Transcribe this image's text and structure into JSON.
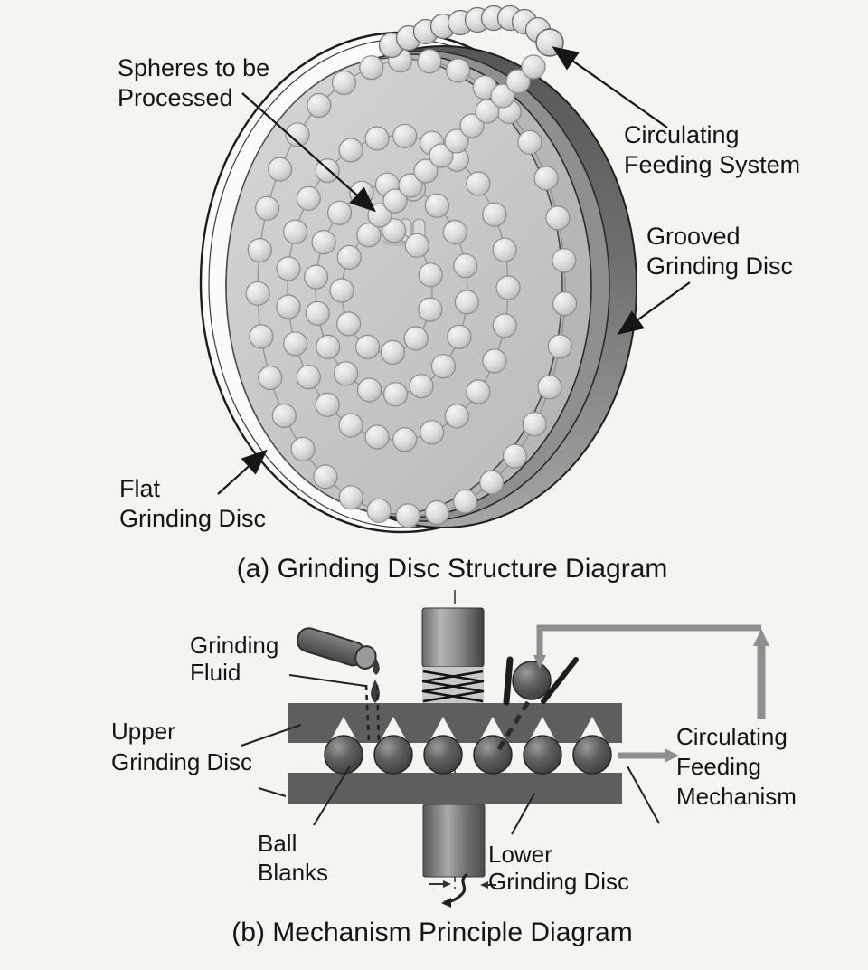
{
  "figure": {
    "background": "#f5f4f1",
    "text_color": "#151515",
    "accent_gray": "#8e8e8e"
  },
  "panel_a": {
    "caption": "(a) Grinding Disc Structure Diagram",
    "labels": {
      "spheres": {
        "line1": "Spheres to be",
        "line2": "Processed"
      },
      "circulating": {
        "line1": "Circulating",
        "line2": "Feeding System"
      },
      "grooved": {
        "line1": "Grooved",
        "line2": "Grinding Disc"
      },
      "flat": {
        "line1": "Flat",
        "line2": "Grinding Disc"
      }
    }
  },
  "panel_b": {
    "caption": "(b) Mechanism Principle Diagram",
    "labels": {
      "grinding_fluid": {
        "line1": "Grinding",
        "line2": "Fluid"
      },
      "upper_disc": {
        "line1": "Upper",
        "line2": "Grinding Disc"
      },
      "ball_blanks": {
        "line1": "Ball",
        "line2": "Blanks"
      },
      "lower_disc": {
        "line1": "Lower",
        "line2": "Grinding Disc"
      },
      "feeding_mechanism": {
        "line1": "Circulating",
        "line2": "Feeding",
        "line3": "Mechanism"
      }
    }
  }
}
